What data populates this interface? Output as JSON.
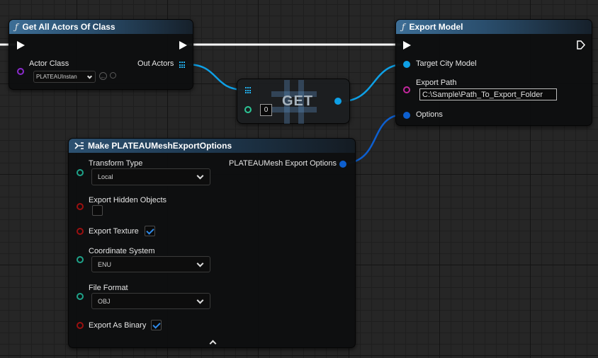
{
  "colors": {
    "wire_exec": "#ffffff",
    "wire_object": "#0ea0e6",
    "wire_struct": "#0d5fcf",
    "header_function": "#3d6e96"
  },
  "nodes": {
    "get_all_actors": {
      "title": "Get All Actors Of Class",
      "icon": "function-icon",
      "actor_class_label": "Actor Class",
      "actor_class_value": "PLATEAUInstan",
      "out_actors_label": "Out Actors"
    },
    "get": {
      "title": "GET",
      "index_value": "0"
    },
    "export_model": {
      "title": "Export Model",
      "icon": "function-icon",
      "target_label": "Target City Model",
      "export_path_label": "Export Path",
      "export_path_value": "C:\\Sample\\Path_To_Export_Folder",
      "options_label": "Options"
    },
    "make_options": {
      "title": "Make PLATEAUMeshExportOptions",
      "output_label": "PLATEAUMesh Export Options",
      "transform_type_label": "Transform Type",
      "transform_type_value": "Local",
      "export_hidden_label": "Export Hidden Objects",
      "export_hidden_checked": false,
      "export_texture_label": "Export Texture",
      "export_texture_checked": true,
      "coordinate_system_label": "Coordinate System",
      "coordinate_system_value": "ENU",
      "file_format_label": "File Format",
      "file_format_value": "OBJ",
      "export_binary_label": "Export As Binary",
      "export_binary_checked": true
    }
  }
}
